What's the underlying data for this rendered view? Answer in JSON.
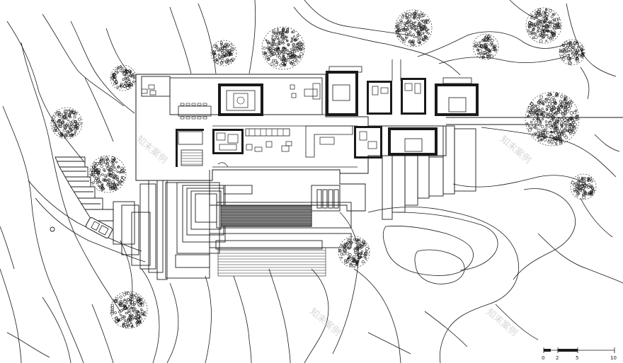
{
  "plan": {
    "scale_bar": {
      "ticks": [
        "0",
        "2",
        "5",
        "10"
      ]
    },
    "watermarks": [
      "知末案例",
      "知末案例",
      "知末案例",
      "知末案例"
    ]
  },
  "colors": {
    "ink": "#1a1a1a",
    "paper": "#ffffff",
    "pool": "#6b6b6b",
    "watermark": "#c9c9c9"
  },
  "icons": [
    "tree-canopy-icon",
    "car-icon",
    "furniture-icon"
  ]
}
